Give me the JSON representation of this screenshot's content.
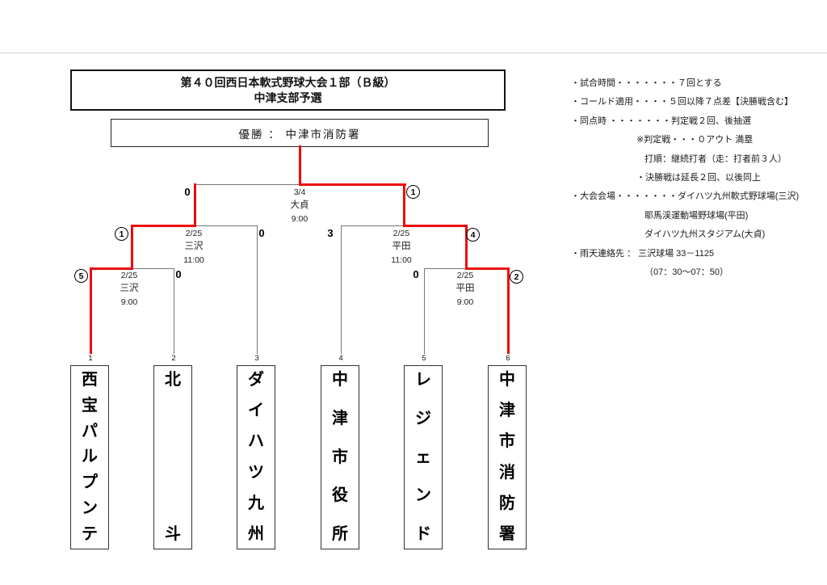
{
  "title": {
    "line1": "第４０回西日本軟式野球大会１部（Ｂ級）",
    "line2": "中津支部予選"
  },
  "champion": {
    "text": "優勝 ： 中津市消防署"
  },
  "bracket": {
    "final": {
      "date": "3/4",
      "venue": "大貞",
      "time": "9:00",
      "left_score": "0",
      "right_score": "1",
      "winner": "right",
      "right_circled": true
    },
    "semi_left": {
      "date": "2/25",
      "venue": "三沢",
      "time": "11:00",
      "left_score": "1",
      "right_score": "0",
      "winner": "left",
      "left_circled": true
    },
    "semi_right": {
      "date": "2/25",
      "venue": "平田",
      "time": "11:00",
      "left_score": "3",
      "right_score": "4",
      "winner": "right",
      "right_circled": true
    },
    "round1_left": {
      "date": "2/25",
      "venue": "三沢",
      "time": "9:00",
      "left_score": "5",
      "right_score": "0",
      "winner": "left",
      "left_circled": true
    },
    "round1_right": {
      "date": "2/25",
      "venue": "平田",
      "time": "9:00",
      "left_score": "0",
      "right_score": "2",
      "winner": "right",
      "right_circled": true
    }
  },
  "teams": [
    {
      "seed": "1",
      "name": "西宝パルプンテ"
    },
    {
      "seed": "2",
      "name": "北斗"
    },
    {
      "seed": "3",
      "name": "ダイハツ九州"
    },
    {
      "seed": "4",
      "name": "中津市役所"
    },
    {
      "seed": "5",
      "name": "レジェンド"
    },
    {
      "seed": "6",
      "name": "中津市消防署"
    }
  ],
  "notes": [
    {
      "text": "・試合時間・・・・・・・７回とする",
      "indent": 0
    },
    {
      "text": "・コールド適用・・・・５回以降７点差【決勝戦含む】",
      "indent": 0
    },
    {
      "text": "・同点時 ・・・・・・・判定戦２回、後抽選",
      "indent": 0
    },
    {
      "text": "※判定戦・・・０アウト 満塁",
      "indent": 1
    },
    {
      "text": "打順：継続打者（走：打者前３人）",
      "indent": 2
    },
    {
      "text": "・決勝戦は延長２回、以後同上",
      "indent": 1
    },
    {
      "text": "・大会会場・・・・・・・ダイハツ九州軟式野球場(三沢)",
      "indent": 0
    },
    {
      "text": "耶馬渓運動場野球場(平田)",
      "indent": 2
    },
    {
      "text": "ダイハツ九州スタジアム(大貞)",
      "indent": 2
    },
    {
      "text": "・雨天連絡先 ： 三沢球場 33－1125",
      "indent": 0
    },
    {
      "text": "（07：30～07：50）",
      "indent": 2
    }
  ],
  "colors": {
    "winner_path": "#ee0a0a",
    "bracket_line": "#777777"
  }
}
